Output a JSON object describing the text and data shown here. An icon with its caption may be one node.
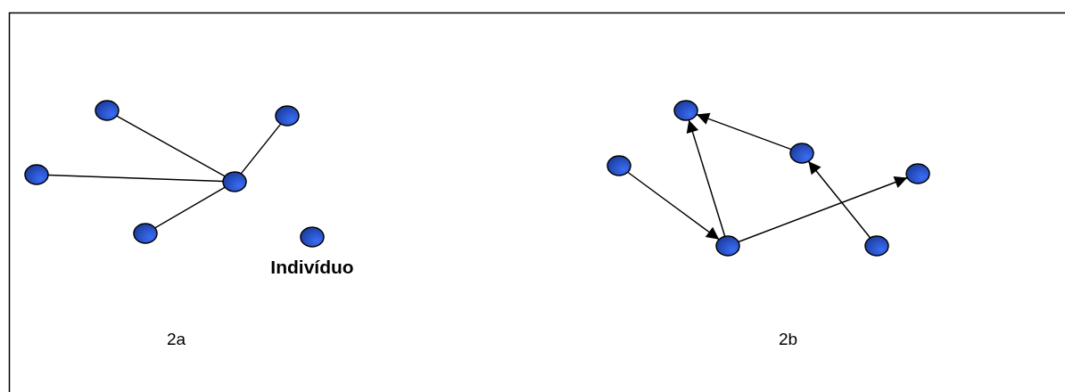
{
  "diagram": {
    "nodes": [
      {
        "text": [],
        "shape": "circle"
      },
      {
        "text": [],
        "shape": "circle"
      },
      {
        "text": [],
        "shape": "circle"
      },
      {
        "text": [],
        "shape": "circle"
      },
      {
        "text": [],
        "shape": "circle"
      },
      {
        "text": [],
        "shape": "circle",
        "beside": [
          "Indivíduo"
        ]
      },
      {
        "text": [],
        "shape": "circle"
      },
      {
        "text": [],
        "shape": "circle"
      },
      {
        "text": [],
        "shape": "circle"
      },
      {
        "text": [],
        "shape": "circle"
      },
      {
        "text": [],
        "shape": "circle"
      },
      {
        "text": [],
        "shape": "circle"
      }
    ],
    "edges": [
      {
        "from": 0,
        "to": 3,
        "arrow": "none"
      },
      {
        "from": 1,
        "to": 3,
        "arrow": "none"
      },
      {
        "from": 2,
        "to": 3,
        "arrow": "none"
      },
      {
        "from": 4,
        "to": 3,
        "arrow": "none"
      },
      {
        "from": 8,
        "to": 10,
        "arrow": "to"
      },
      {
        "from": 10,
        "to": 6,
        "arrow": "to"
      },
      {
        "from": 7,
        "to": 6,
        "arrow": "to"
      },
      {
        "from": 10,
        "to": 9,
        "arrow": "to"
      },
      {
        "from": 11,
        "to": 7,
        "arrow": "to"
      }
    ],
    "labels": [
      "2a",
      "2b"
    ]
  }
}
